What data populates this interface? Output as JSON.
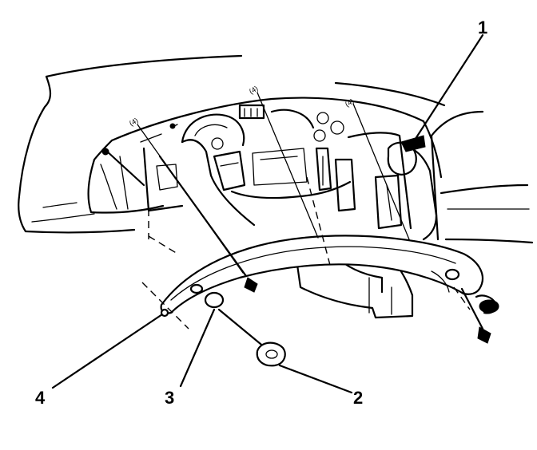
{
  "callouts": [
    {
      "id": "1",
      "label": "1"
    },
    {
      "id": "2",
      "label": "2"
    },
    {
      "id": "3",
      "label": "3"
    },
    {
      "id": "4",
      "label": "4"
    }
  ],
  "part_tags": [
    "(4)",
    "(4)",
    "(4)"
  ],
  "colors": {
    "ink": "#000000",
    "paper": "#ffffff"
  }
}
